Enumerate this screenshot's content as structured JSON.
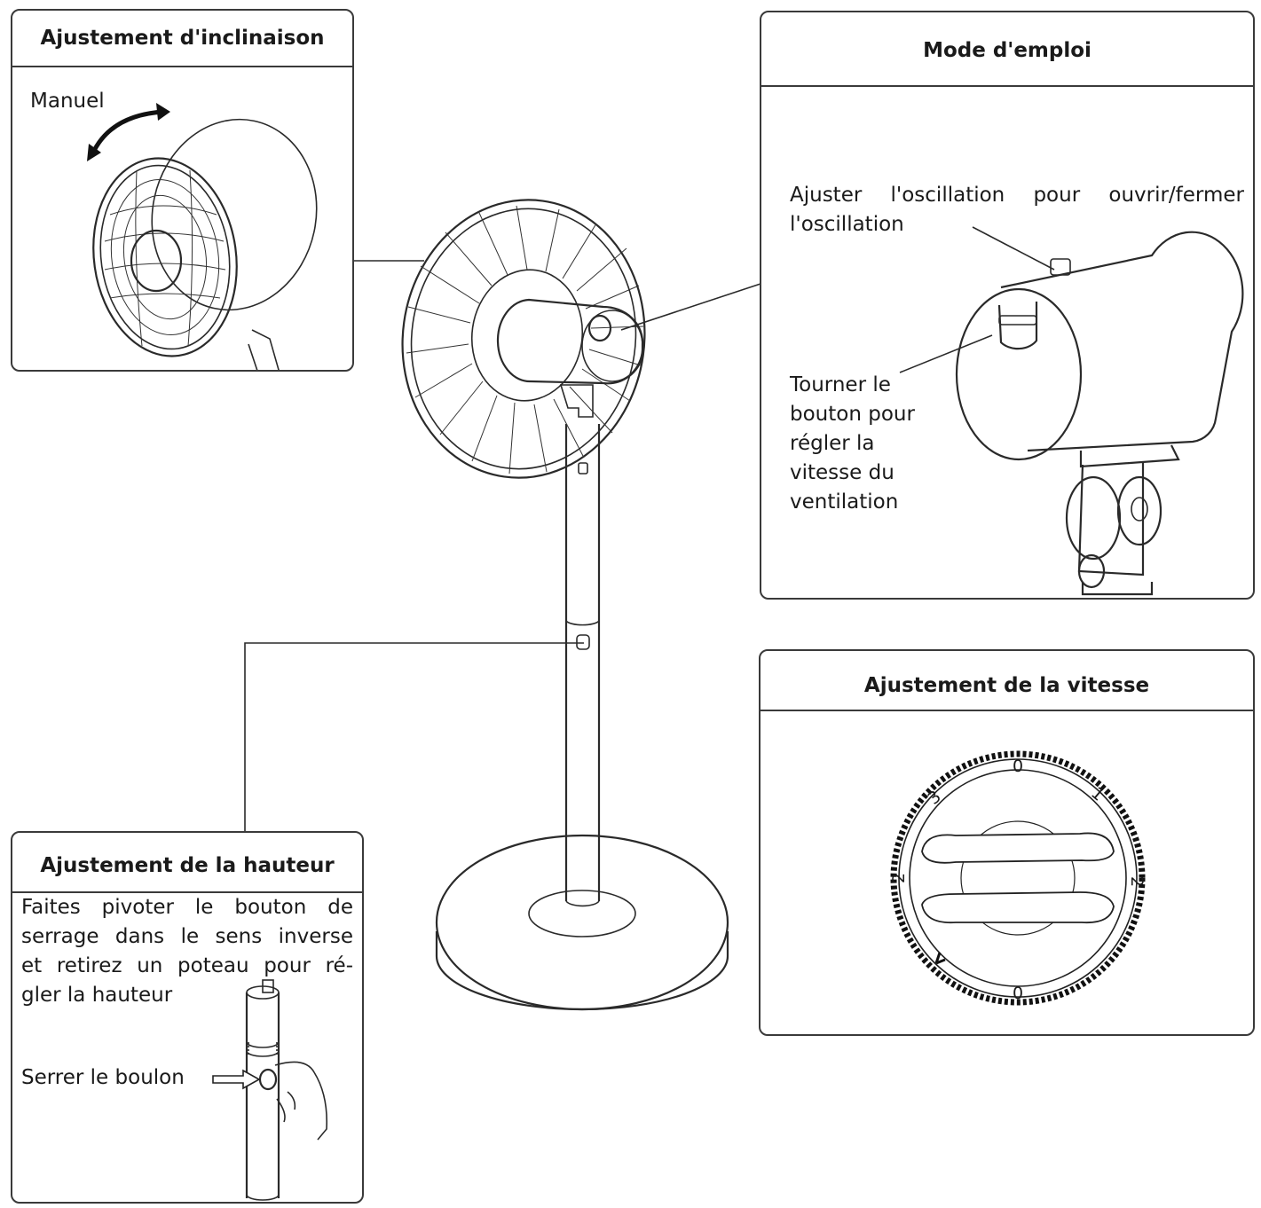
{
  "panels": {
    "tilt": {
      "title": "Ajustement d'inclinaison",
      "manual_label": "Manuel"
    },
    "usage": {
      "title": "Mode d'emploi",
      "oscillation_text_line1": "Ajuster l'oscillation pour ouvrir/fermer",
      "oscillation_text_line2": "l'oscillation",
      "knob_text_lines": [
        "Tourner le",
        "bouton pour",
        "régler la",
        "vitesse du",
        "ventilation"
      ]
    },
    "speed": {
      "title": "Ajustement de la vitesse",
      "dial_numbers": [
        "0",
        "1",
        "2",
        "0",
        "2",
        "3"
      ]
    },
    "height": {
      "title": "Ajustement de la hauteur",
      "instruction_lines": [
        "Faites pivoter le bouton de",
        "serrage dans le sens inverse",
        "et retirez un poteau pour ré-",
        "gler la hauteur"
      ],
      "bolt_label": "Serrer le boulon"
    }
  },
  "icons": [
    "curved-double-arrow-icon",
    "pointing-arrow-icon"
  ],
  "colors": {
    "line": "#2a2a2a",
    "border": "#3a3a3a",
    "background": "#ffffff"
  }
}
